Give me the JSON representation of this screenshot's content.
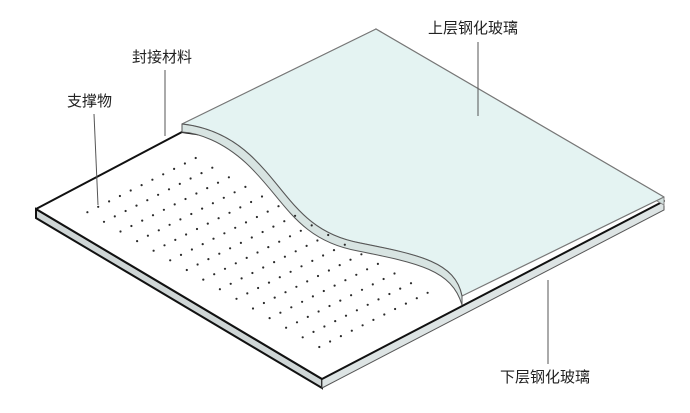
{
  "labels": {
    "upper_glass": "上层钢化玻璃",
    "sealing_material": "封接材料",
    "support": "支撑物",
    "lower_glass": "下层钢化玻璃"
  },
  "colors": {
    "lower_glass_face": "#ffffff",
    "lower_glass_edge": "#cfd6d6",
    "upper_glass_face": "#e4f3f2",
    "upper_glass_edge": "#c8d8d6",
    "outline": "#111111",
    "seal_band": "#d8e4e2",
    "support_dot": "#2a2a2a",
    "leader_line": "#555555"
  }
}
